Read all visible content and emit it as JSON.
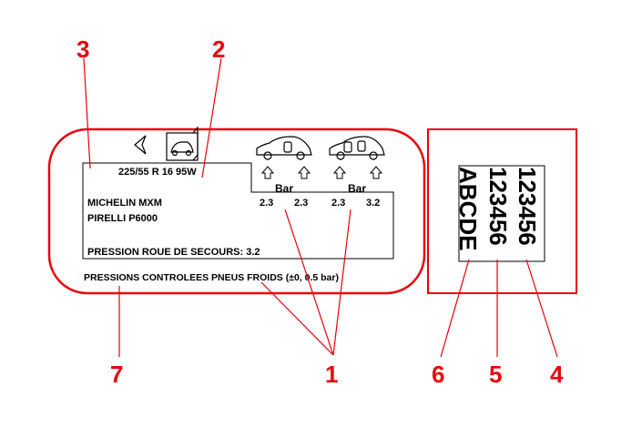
{
  "colors": {
    "accent": "#e8000b",
    "ink": "#000000",
    "background": "#ffffff"
  },
  "label": {
    "tyre_size": "225/55 R 16 95W",
    "tyre_brand_1": "MICHELIN MXM",
    "tyre_brand_2": "PIRELLI P6000",
    "unit_left": "Bar",
    "unit_right": "Bar",
    "pressures": [
      "2.3",
      "2.3",
      "2.3",
      "3.2"
    ],
    "spare_pressure": "PRESSION ROUE DE SECOURS: 3.2",
    "footer": "PRESSIONS CONTROLEES PNEUS FROIDS (±0, 0.5 bar)"
  },
  "code_panel": {
    "line_1": "ABCDE",
    "line_2": "123456",
    "line_3": "123456"
  },
  "callouts": {
    "c1": "1",
    "c2": "2",
    "c3": "3",
    "c4": "4",
    "c5": "5",
    "c6": "6",
    "c7": "7"
  },
  "icons": [
    "arrow-cursor-icon",
    "car-door-icon",
    "car-light-load-icon",
    "car-full-load-icon",
    "up-arrow-icon"
  ]
}
